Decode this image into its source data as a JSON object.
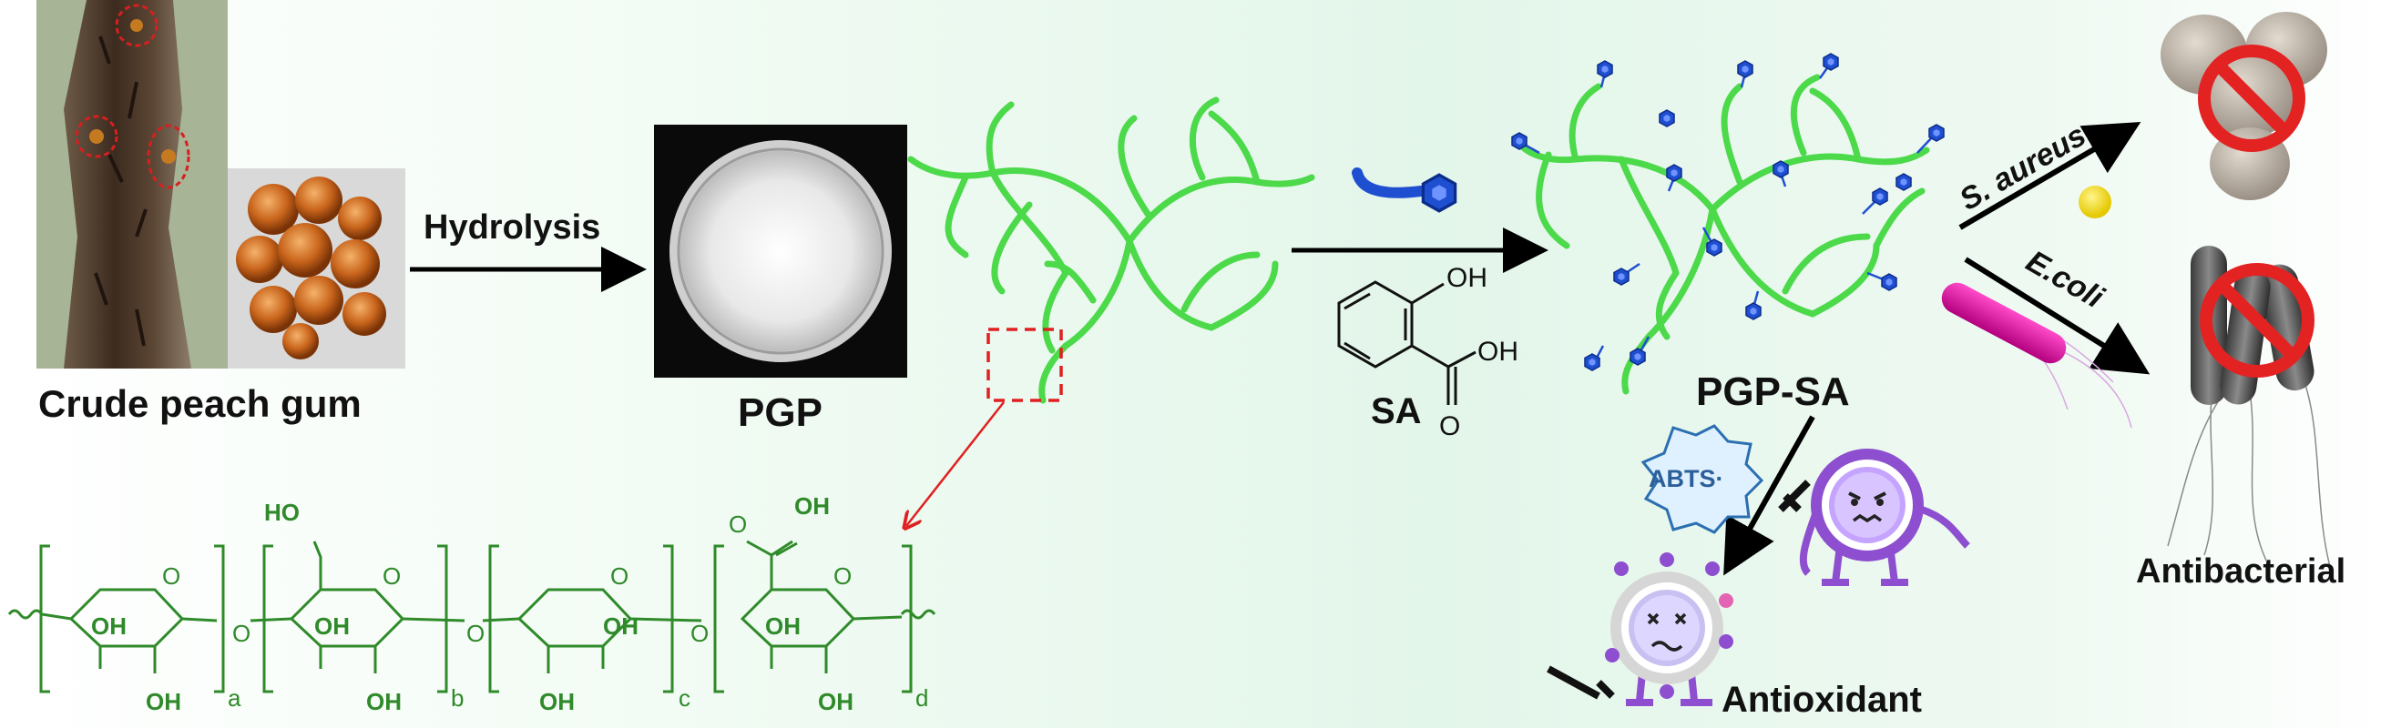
{
  "labels": {
    "crude": "Crude peach gum",
    "hydrolysis": "Hydrolysis",
    "pgp": "PGP",
    "sa": "SA",
    "oh": "OH",
    "pgp_sa": "PGP-SA",
    "s_aureus": "S. aureus",
    "e_coli": "E.coli",
    "antibacterial": "Antibacterial",
    "abts": "ABTS·",
    "antioxidant": "Antioxidant"
  },
  "structure": {
    "oh": "OH",
    "ho": "HO",
    "o": "O",
    "subscripts": [
      "a",
      "b",
      "c",
      "d"
    ]
  },
  "colors": {
    "chain_green": "#4cd94a",
    "sa_blue": "#1f4fd1",
    "structure_green": "#2f8a2a",
    "highlight_red": "#e02020",
    "purple": "#8d4fcf",
    "no_sign": "#e32222"
  }
}
